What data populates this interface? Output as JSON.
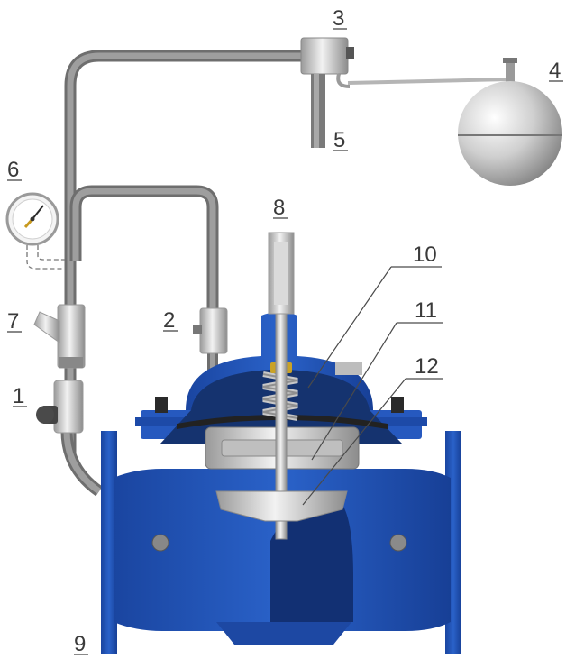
{
  "labels": {
    "l1": "1",
    "l2": "2",
    "l3": "3",
    "l4": "4",
    "l5": "5",
    "l6": "6",
    "l7": "7",
    "l8": "8",
    "l9": "9",
    "l10": "10",
    "l11": "11",
    "l12": "12"
  },
  "colors": {
    "valve_body": "#1f4fae",
    "valve_dark": "#12357e",
    "pipe": "#8a8a8a",
    "steel": "#c9c9c9",
    "brass": "#c9a227"
  }
}
